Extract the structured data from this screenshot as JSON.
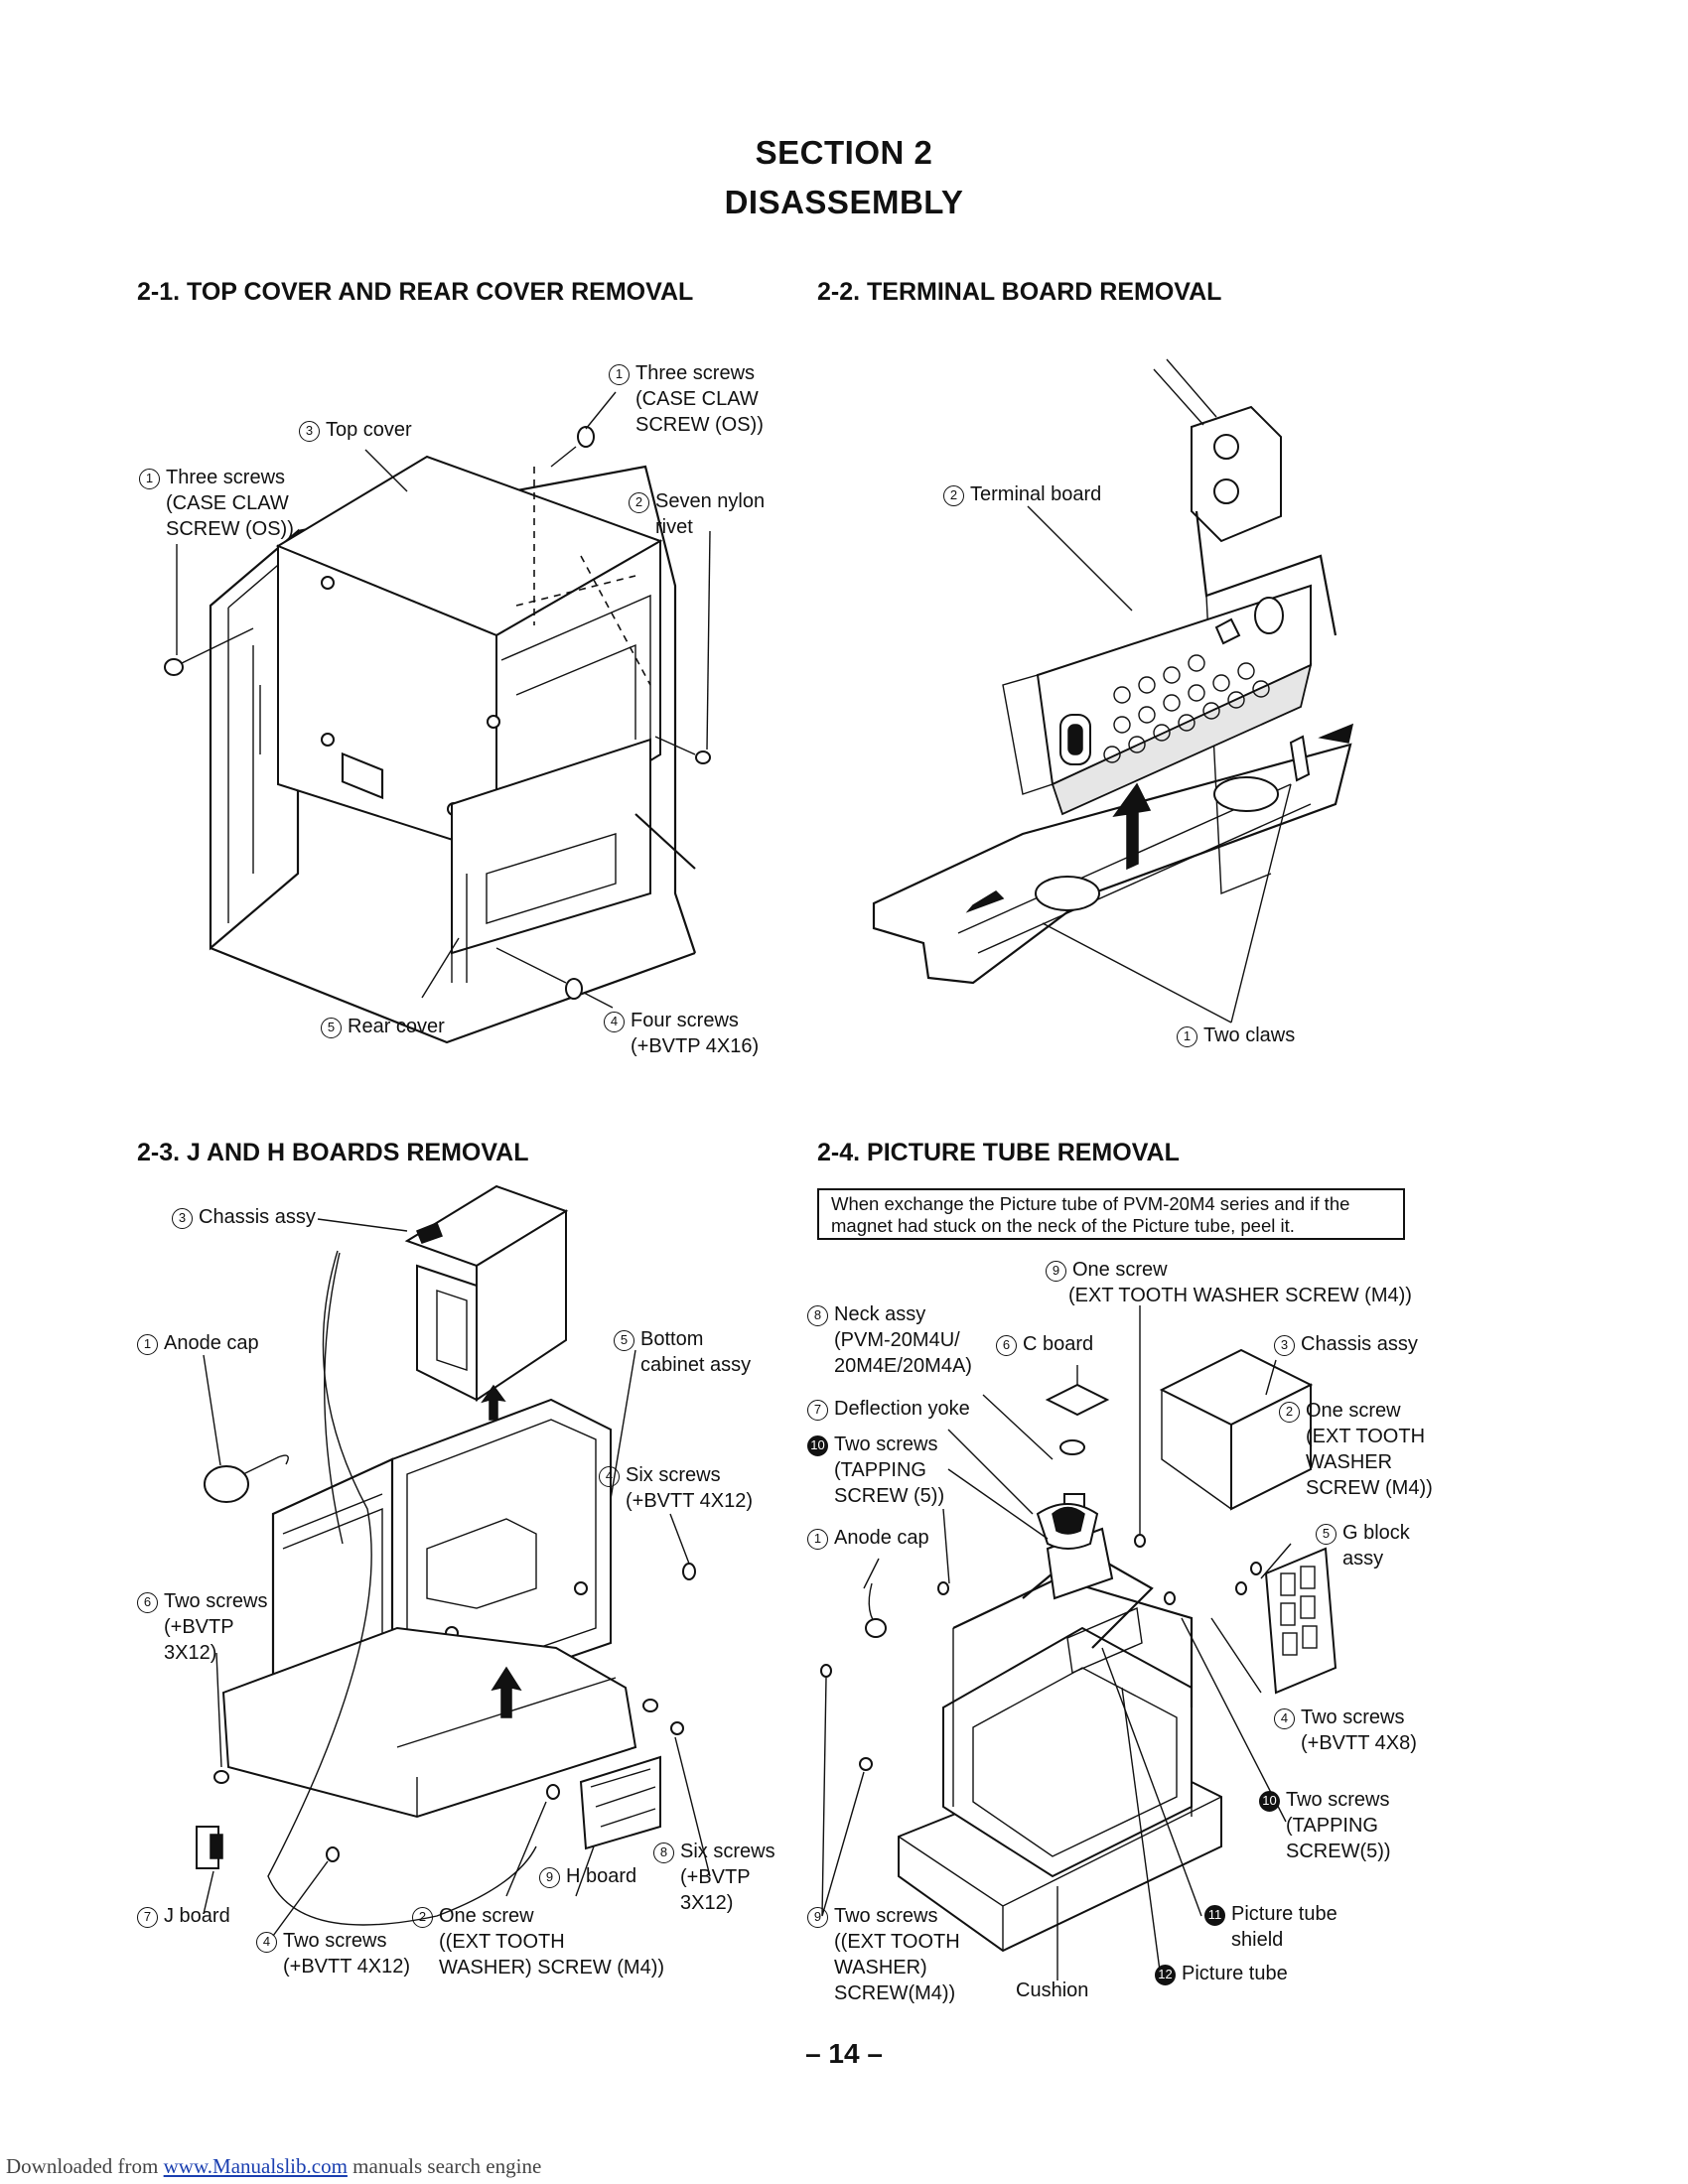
{
  "header": {
    "section": "SECTION 2",
    "title": "DISASSEMBLY"
  },
  "sections": {
    "s1": "2-1.  TOP COVER AND REAR COVER REMOVAL",
    "s2": "2-2.  TERMINAL BOARD REMOVAL",
    "s3": "2-3.  J AND H BOARDS REMOVAL",
    "s4": "2-4.  PICTURE TUBE REMOVAL"
  },
  "fig1": {
    "three_screws_top": {
      "n": "1",
      "l1": "Three screws",
      "l2": "(CASE CLAW",
      "l3": "SCREW (OS))"
    },
    "top_cover": {
      "n": "3",
      "l1": "Top cover"
    },
    "three_screws_left": {
      "n": "1",
      "l1": "Three screws",
      "l2": "(CASE CLAW",
      "l3": "SCREW (OS))"
    },
    "seven_nylon": {
      "n": "2",
      "l1": "Seven nylon",
      "l2": "rivet"
    },
    "rear_cover": {
      "n": "5",
      "l1": "Rear cover"
    },
    "four_screws": {
      "n": "4",
      "l1": "Four screws",
      "l2": "(+BVTP 4X16)"
    }
  },
  "fig2": {
    "terminal_board": {
      "n": "2",
      "l1": "Terminal board"
    },
    "two_claws": {
      "n": "1",
      "l1": "Two claws"
    }
  },
  "fig3": {
    "chassis_assy": {
      "n": "3",
      "l1": "Chassis assy"
    },
    "anode_cap": {
      "n": "1",
      "l1": "Anode cap"
    },
    "bottom_cabinet": {
      "n": "5",
      "l1": "Bottom",
      "l2": "cabinet assy"
    },
    "six_screws_a": {
      "n": "4",
      "l1": "Six screws",
      "l2": "(+BVTT 4X12)"
    },
    "two_screws_left": {
      "n": "6",
      "l1": "Two screws",
      "l2": "(+BVTP",
      "l3": "3X12)"
    },
    "six_screws_b": {
      "n": "8",
      "l1": "Six screws",
      "l2": "(+BVTP",
      "l3": "3X12)"
    },
    "h_board": {
      "n": "9",
      "l1": "H board"
    },
    "j_board": {
      "n": "7",
      "l1": "J board"
    },
    "one_screw": {
      "n": "2",
      "l1": "One screw",
      "l2": "((EXT TOOTH",
      "l3": "WASHER) SCREW (M4))"
    },
    "two_screws_bottom": {
      "n": "4",
      "l1": "Two screws",
      "l2": "(+BVTT 4X12)"
    }
  },
  "fig4": {
    "note": "When exchange the Picture tube of PVM-20M4 series and if the magnet had stuck on the neck of the Picture tube, peel it.",
    "one_screw_top": {
      "n": "9",
      "l1": "One screw",
      "l2": "(EXT TOOTH WASHER SCREW (M4))"
    },
    "neck_assy": {
      "n": "8",
      "l1": "Neck assy",
      "l2": "(PVM-20M4U/",
      "l3": "20M4E/20M4A)"
    },
    "c_board": {
      "n": "6",
      "l1": "C board"
    },
    "chassis_assy": {
      "n": "3",
      "l1": "Chassis assy"
    },
    "deflection_yoke": {
      "n": "7",
      "l1": "Deflection yoke"
    },
    "one_screw_right": {
      "n": "2",
      "l1": "One screw",
      "l2": "(EXT TOOTH",
      "l3": "WASHER",
      "l4": "SCREW (M4))"
    },
    "two_screws_tap": {
      "n": "10",
      "l1": "Two screws",
      "l2": "(TAPPING",
      "l3": "SCREW (5))"
    },
    "anode_cap": {
      "n": "1",
      "l1": "Anode cap"
    },
    "g_block": {
      "n": "5",
      "l1": "G block",
      "l2": "assy"
    },
    "two_screws_bvtt": {
      "n": "4",
      "l1": "Two screws",
      "l2": "(+BVTT 4X8)"
    },
    "two_screws_tap2": {
      "n": "10",
      "l1": "Two screws",
      "l2": "(TAPPING",
      "l3": "SCREW(5))"
    },
    "two_screws_bottom": {
      "n": "9",
      "l1": "Two screws",
      "l2": "((EXT TOOTH",
      "l3": "WASHER)",
      "l4": "SCREW(M4))"
    },
    "cushion": {
      "l1": "Cushion"
    },
    "picture_tube_shield": {
      "n": "11",
      "l1": "Picture tube",
      "l2": "shield"
    },
    "picture_tube": {
      "n": "12",
      "l1": "Picture tube"
    }
  },
  "page_number": "– 14 –",
  "footer": {
    "prefix": "Downloaded from ",
    "link": "www.Manualslib.com",
    "suffix": " manuals search engine"
  }
}
